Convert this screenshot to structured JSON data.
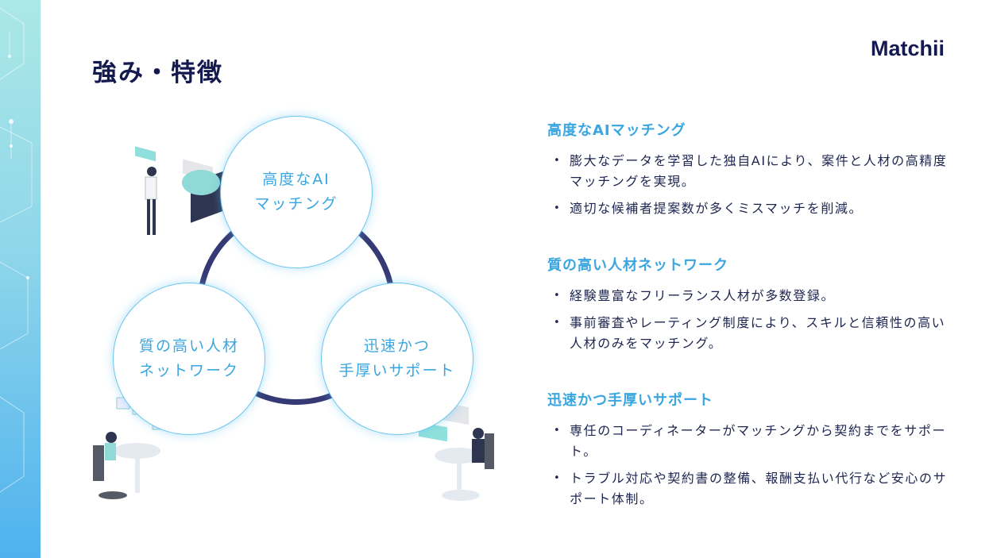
{
  "title": "強み・特徴",
  "logo": "Matchii",
  "diagram": {
    "circles": [
      {
        "line1": "高度なAI",
        "line2": "マッチング"
      },
      {
        "line1": "質の高い人材",
        "line2": "ネットワーク"
      },
      {
        "line1": "迅速かつ",
        "line2": "手厚いサポート"
      }
    ]
  },
  "sections": [
    {
      "heading": "高度なAIマッチング",
      "bullets": [
        "膨大なデータを学習した独自AIにより、案件と人材の高精度マッチングを実現。",
        "適切な候補者提案数が多くミスマッチを削減。"
      ]
    },
    {
      "heading": "質の高い人材ネットワーク",
      "bullets": [
        "経験豊富なフリーランス人材が多数登録。",
        "事前審査やレーティング制度により、スキルと信頼性の高い人材のみをマッチング。"
      ]
    },
    {
      "heading": "迅速かつ手厚いサポート",
      "bullets": [
        "専任のコーディネーターがマッチングから契約までをサポート。",
        "トラブル対応や契約書の整備、報酬支払い代行など安心のサポート体制。"
      ]
    }
  ]
}
